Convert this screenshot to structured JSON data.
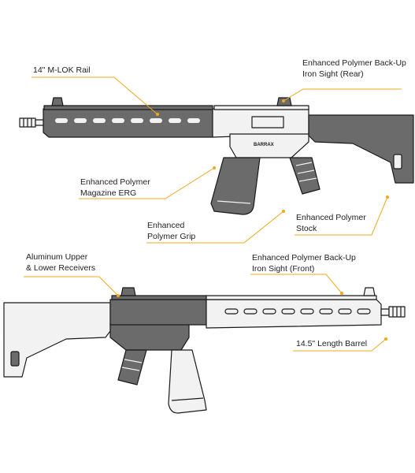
{
  "colors": {
    "leader": "#f0a81c",
    "outline": "#1a1a1a",
    "dark_fill": "#6b6b6b",
    "light_fill": "#f2f2f2",
    "text": "#222222"
  },
  "callouts": {
    "mlok_rail": {
      "line1": "14\" M-LOK Rail"
    },
    "rear_sight": {
      "line1": "Enhanced Polymer Back-Up",
      "line2": "Iron Sight (Rear)"
    },
    "magazine": {
      "line1": "Enhanced Polymer",
      "line2": "Magazine  ERG"
    },
    "grip": {
      "line1": "Enhanced",
      "line2": "Polymer Grip"
    },
    "stock": {
      "line1": "Enhanced Polymer",
      "line2": "Stock"
    },
    "receivers": {
      "line1": "Aluminum Upper",
      "line2": "& Lower Receivers"
    },
    "front_sight": {
      "line1": "Enhanced Polymer Back-Up",
      "line2": "Iron Sight (Front)"
    },
    "barrel": {
      "line1": "14.5\" Length Barrel"
    }
  },
  "rifle_marking": "BARRAX"
}
